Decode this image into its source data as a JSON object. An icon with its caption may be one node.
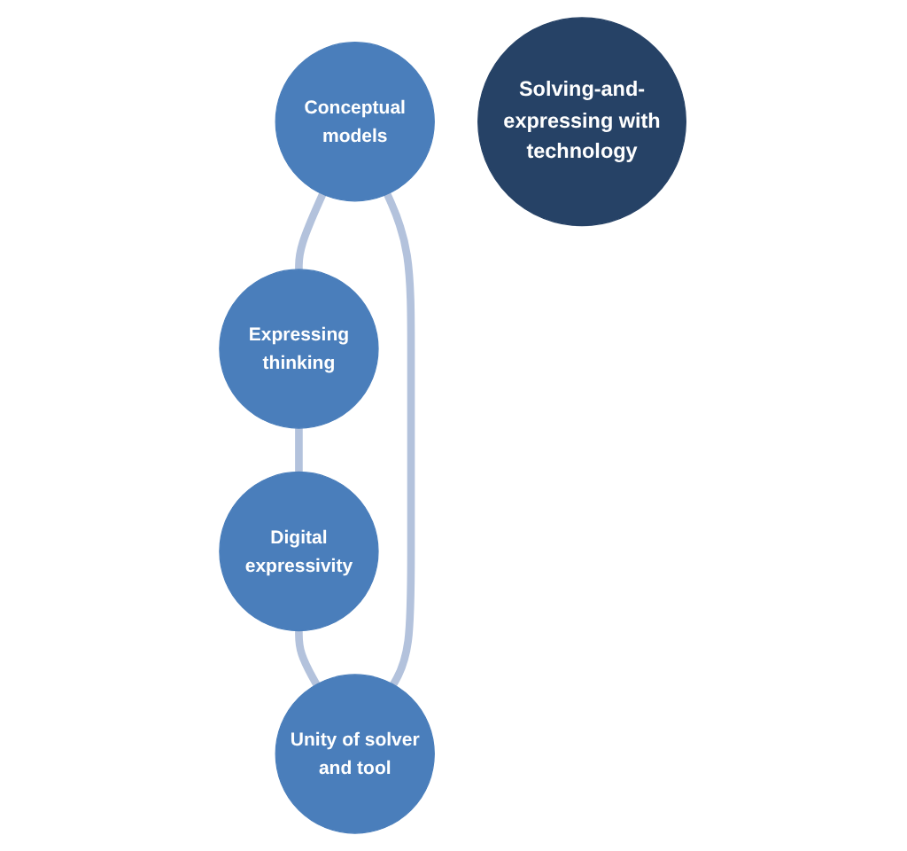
{
  "diagram": {
    "nodes": [
      {
        "text": [
          "Conceptual models"
        ]
      },
      {
        "text": [
          "Expressing thinking"
        ]
      },
      {
        "text": [
          "Digital expressivity"
        ]
      },
      {
        "text": [
          "Unity of solver and tool"
        ]
      },
      {
        "text": [
          "Solving-and-expressing with technology"
        ]
      }
    ],
    "edges": [
      {
        "from": 0,
        "to": 1,
        "arrow": "none"
      },
      {
        "from": 1,
        "to": 2,
        "arrow": "none"
      },
      {
        "from": 2,
        "to": 3,
        "arrow": "none"
      },
      {
        "from": 3,
        "to": 0,
        "arrow": "none"
      }
    ]
  }
}
